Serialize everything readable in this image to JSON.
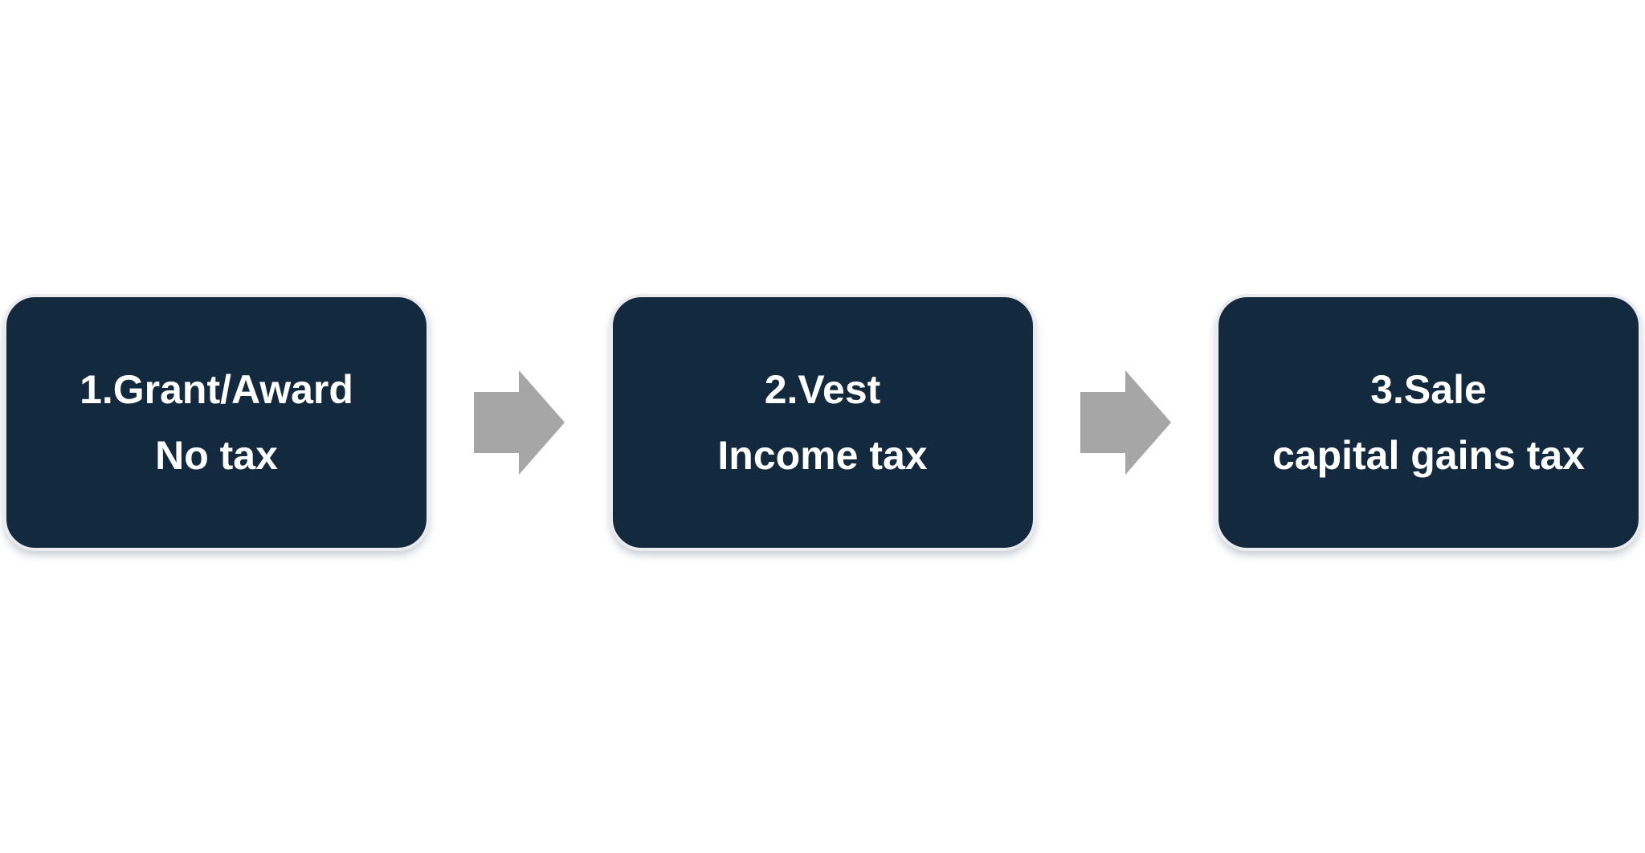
{
  "diagram": {
    "type": "process-flow",
    "direction": "left-to-right",
    "steps": [
      {
        "line1": "1.Grant/Award",
        "line2": "No tax"
      },
      {
        "line1": "2.Vest",
        "line2": "Income tax"
      },
      {
        "line1": "3.Sale",
        "line2": "capital gains tax"
      }
    ],
    "connector": "right-block-arrow",
    "colors": {
      "box_fill": "#12293E",
      "box_border": "#E9EBEE",
      "box_text": "#FFFFFF",
      "arrow_fill": "#A6A6A6",
      "background": "#FFFFFF"
    }
  }
}
